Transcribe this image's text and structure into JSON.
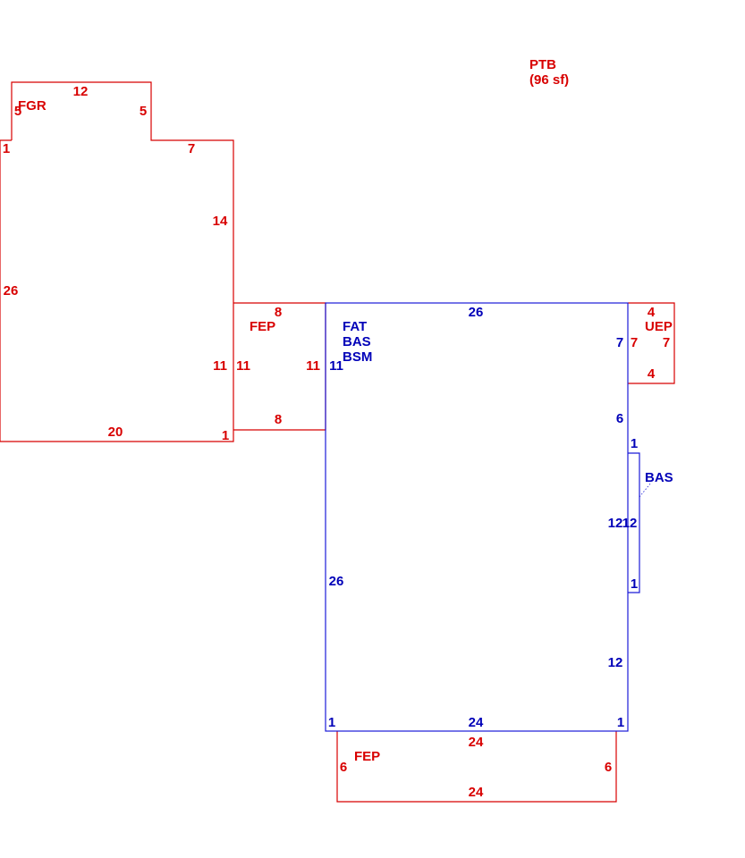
{
  "colors": {
    "red": "#d80000",
    "blue": "#0000b8"
  },
  "areas": {
    "fgr": {
      "code": "FGR",
      "dims": {
        "top": "12",
        "left_notch": "5",
        "right_notch": "5",
        "step": "7",
        "right_upper": "14",
        "left_step": "1",
        "left": "26",
        "right_lower": "11",
        "bottom": "20",
        "bottom_right": "1"
      }
    },
    "fep_left": {
      "code": "FEP",
      "dims": {
        "top": "8",
        "left": "11",
        "right": "11",
        "bottom": "8"
      }
    },
    "main": {
      "codes": [
        "FAT",
        "BAS",
        "BSM"
      ],
      "dims": {
        "top": "26",
        "left_top": "11",
        "left": "26",
        "right_top": "7",
        "right_mid": "6",
        "right_lower": "12",
        "notch_mid": "12",
        "bottom": "24",
        "bottom_left": "1",
        "bottom_right": "1"
      }
    },
    "uep": {
      "code": "UEP",
      "dims": {
        "top": "4",
        "left": "7",
        "right": "7",
        "bottom": "4"
      }
    },
    "bas_small": {
      "code": "BAS",
      "dims": {
        "top": "1",
        "side": "12",
        "bottom": "1"
      }
    },
    "fep_bottom": {
      "code": "FEP",
      "dims": {
        "top": "24",
        "left": "6",
        "right": "6",
        "bottom": "24"
      }
    },
    "ptb": {
      "code": "PTB",
      "area": "(96 sf)"
    }
  }
}
